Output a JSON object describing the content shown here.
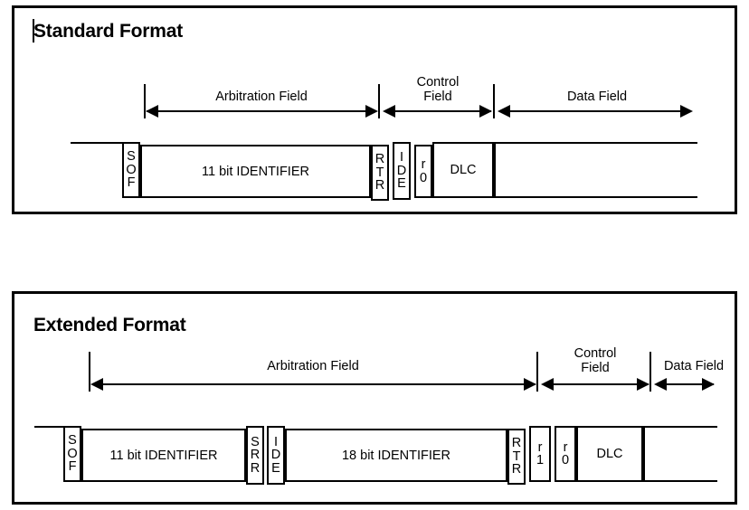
{
  "figure": {
    "panels": [
      {
        "id": "standard",
        "title": "Standard Format",
        "field_labels": [
          {
            "name": "arbitration",
            "text": "Arbitration Field"
          },
          {
            "name": "control",
            "text": "Control\nField"
          },
          {
            "name": "data",
            "text": "Data Field"
          }
        ],
        "cells": [
          {
            "name": "sof",
            "text": "S\nO\nF",
            "orient": "vertical"
          },
          {
            "name": "identifier-11",
            "text": "11 bit IDENTIFIER",
            "orient": "horizontal"
          },
          {
            "name": "rtr",
            "text": "R\nT\nR",
            "orient": "vertical"
          },
          {
            "name": "ide",
            "text": "I\nD\nE",
            "orient": "vertical"
          },
          {
            "name": "r0",
            "text": "r\n0",
            "orient": "vertical"
          },
          {
            "name": "dlc",
            "text": "DLC",
            "orient": "horizontal"
          },
          {
            "name": "data",
            "text": "",
            "orient": "horizontal"
          }
        ]
      },
      {
        "id": "extended",
        "title": "Extended Format",
        "field_labels": [
          {
            "name": "arbitration",
            "text": "Arbitration Field"
          },
          {
            "name": "control",
            "text": "Control\nField"
          },
          {
            "name": "data",
            "text": "Data Field"
          }
        ],
        "cells": [
          {
            "name": "sof",
            "text": "S\nO\nF",
            "orient": "vertical"
          },
          {
            "name": "identifier-11",
            "text": "11 bit IDENTIFIER",
            "orient": "horizontal"
          },
          {
            "name": "srr",
            "text": "S\nR\nR",
            "orient": "vertical"
          },
          {
            "name": "ide",
            "text": "I\nD\nE",
            "orient": "vertical"
          },
          {
            "name": "identifier-18",
            "text": "18 bit IDENTIFIER",
            "orient": "horizontal"
          },
          {
            "name": "rtr",
            "text": "R\nT\nR",
            "orient": "vertical"
          },
          {
            "name": "r1",
            "text": "r\n1",
            "orient": "vertical"
          },
          {
            "name": "r0",
            "text": "r\n0",
            "orient": "vertical"
          },
          {
            "name": "dlc",
            "text": "DLC",
            "orient": "horizontal"
          },
          {
            "name": "data",
            "text": "",
            "orient": "horizontal"
          }
        ]
      }
    ],
    "colors": {
      "stroke": "#000000",
      "background": "#ffffff",
      "text": "#000000"
    }
  }
}
